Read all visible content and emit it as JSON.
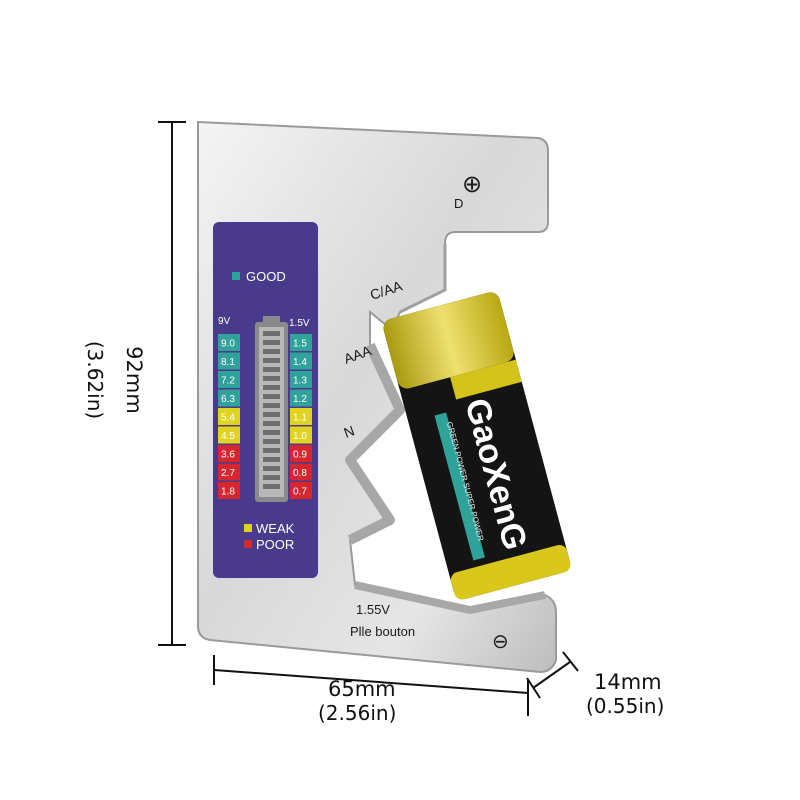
{
  "dimensions": {
    "height_mm": "92mm",
    "height_in": "(3.62in)",
    "width_mm": "65mm",
    "width_in": "(2.56in)",
    "depth_mm": "14mm",
    "depth_in": "(0.55in)"
  },
  "device": {
    "slot_labels": {
      "d": "D",
      "c_aa": "C/AA",
      "aaa": "AAA",
      "n": "N"
    },
    "plus_symbol": "⊕",
    "minus_symbol": "⊖",
    "button_voltage": "1.55V",
    "button_label": "Plle bouton"
  },
  "lcd": {
    "good_label": "GOOD",
    "weak_label": "WEAK",
    "poor_label": "POOR",
    "left_header": "9V",
    "right_header": "1.5V",
    "left_values": [
      "9.0",
      "8.1",
      "7.2",
      "6.3",
      "5.4",
      "4.5",
      "3.6",
      "2.7",
      "1.8"
    ],
    "right_values": [
      "1.5",
      "1.4",
      "1.3",
      "1.2",
      "1.1",
      "1.0",
      "0.9",
      "0.8",
      "0.7"
    ],
    "colors": {
      "panel": "#4a3a8c",
      "good": "#2fa39a",
      "weak": "#e0d321",
      "poor": "#d8262e"
    }
  },
  "battery": {
    "brand": "GaoXenG",
    "tagline": "GREEN POWER SUPER POWER",
    "colors": {
      "cap": "#d4c31a",
      "body": "#141414",
      "stripe": "#e3d31c"
    }
  }
}
